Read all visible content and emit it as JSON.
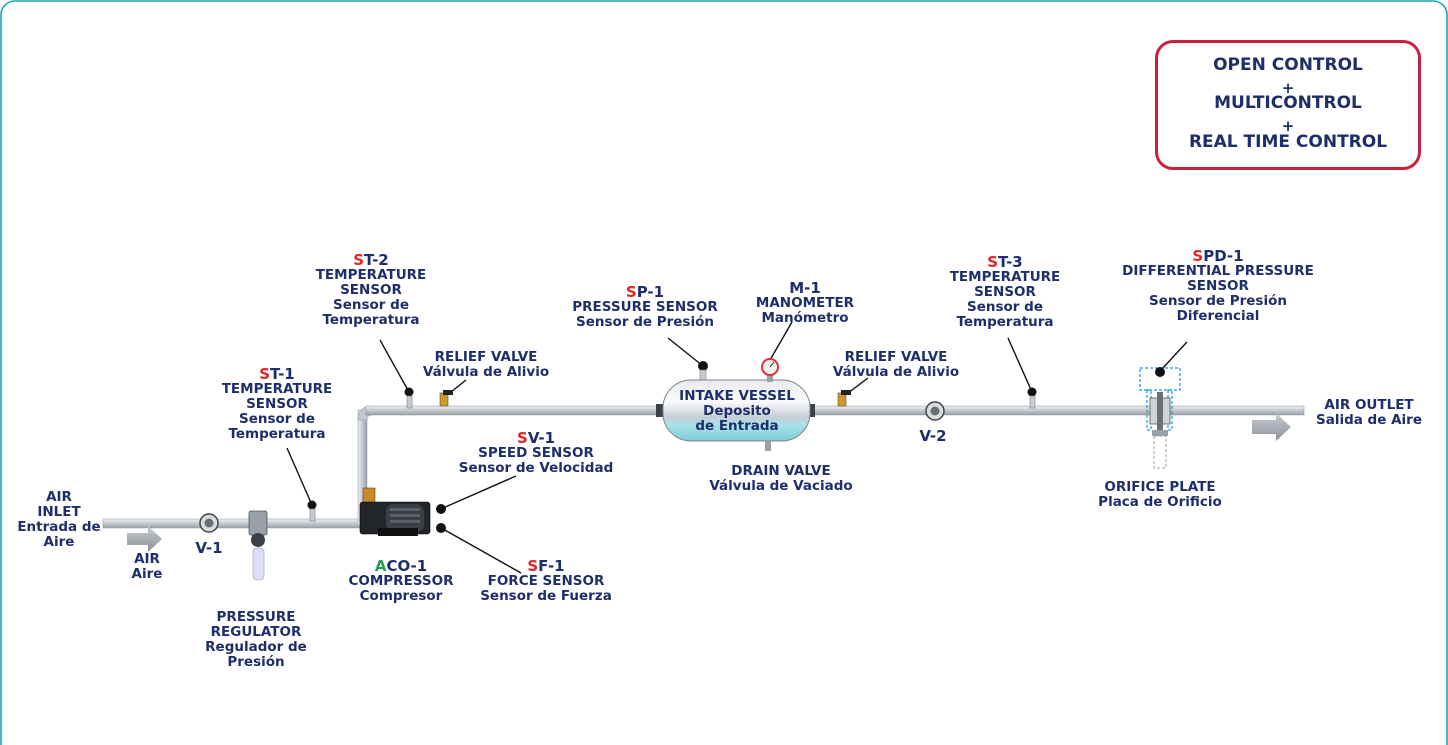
{
  "control_box": {
    "line1": "OPEN CONTROL",
    "plus1": "+",
    "line2": "MULTICONTROL",
    "plus2": "+",
    "line3": "REAL TIME CONTROL"
  },
  "labels": {
    "air_inlet": {
      "l1": "AIR",
      "l2": "INLET",
      "l3": "Entrada de",
      "l4": "Aire"
    },
    "air": {
      "l1": "AIR",
      "l2": "Aire"
    },
    "v1": "V-1",
    "pressure_regulator": {
      "l1": "PRESSURE",
      "l2": "REGULATOR",
      "l3": "Regulador de",
      "l4": "Presión"
    },
    "st1": {
      "prefix": "S",
      "code": "T-1",
      "l1": "TEMPERATURE",
      "l2": "SENSOR",
      "l3": "Sensor de",
      "l4": "Temperatura"
    },
    "st2": {
      "prefix": "S",
      "code": "T-2",
      "l1": "TEMPERATURE",
      "l2": "SENSOR",
      "l3": "Sensor de",
      "l4": "Temperatura"
    },
    "st3": {
      "prefix": "S",
      "code": "T-3",
      "l1": "TEMPERATURE",
      "l2": "SENSOR",
      "l3": "Sensor de",
      "l4": "Temperatura"
    },
    "relief_valve_1": {
      "l1": "RELIEF VALVE",
      "l2": "Válvula de Alivio"
    },
    "relief_valve_2": {
      "l1": "RELIEF VALVE",
      "l2": "Válvula de Alivio"
    },
    "sv1": {
      "prefix": "S",
      "code": "V-1",
      "l1": "SPEED SENSOR",
      "l2": "Sensor de Velocidad"
    },
    "sf1": {
      "prefix": "S",
      "code": "F-1",
      "l1": "FORCE SENSOR",
      "l2": "Sensor de Fuerza"
    },
    "aco1": {
      "prefix": "A",
      "code": "CO-1",
      "l1": "COMPRESSOR",
      "l2": "Compresor"
    },
    "sp1": {
      "prefix": "S",
      "code": "P-1",
      "l1": "PRESSURE SENSOR",
      "l2": "Sensor de Presión"
    },
    "m1": {
      "code": "M-1",
      "l1": "MANOMETER",
      "l2": "Manómetro"
    },
    "intake_vessel": {
      "l1": "INTAKE VESSEL",
      "l2": "Deposito",
      "l3": "de Entrada"
    },
    "drain_valve": {
      "l1": "DRAIN VALVE",
      "l2": "Válvula de Vaciado"
    },
    "v2": "V-2",
    "spd1": {
      "prefix": "S",
      "code": "PD-1",
      "l1": "DIFFERENTIAL PRESSURE",
      "l2": "SENSOR",
      "l3": "Sensor de Presión",
      "l4": "Diferencial"
    },
    "orifice_plate": {
      "l1": "ORIFICE PLATE",
      "l2": "Placa de Orificio"
    },
    "air_outlet": {
      "l1": "AIR OUTLET",
      "l2": "Salida de Aire"
    }
  },
  "colors": {
    "frame": "#1aa3b4",
    "text": "#1d2e6b",
    "code_red": "#e22424",
    "code_green": "#16a14a",
    "control_border": "#c8203c",
    "pipe": "#c9cdd3"
  }
}
